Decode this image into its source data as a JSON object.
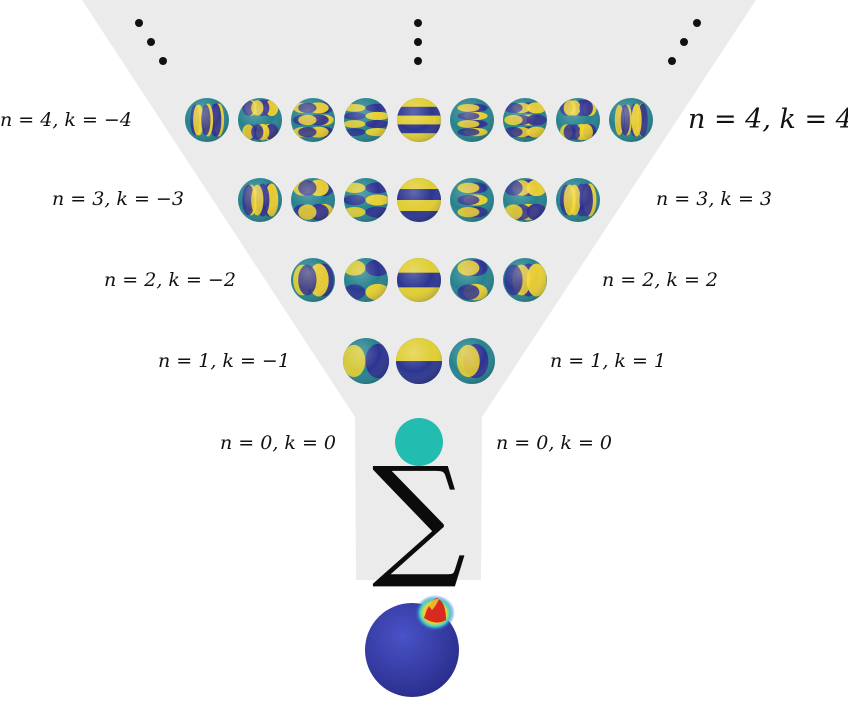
{
  "colors": {
    "funnel": "#ebebeb",
    "viridis": [
      "#440154",
      "#3e4a89",
      "#26828e",
      "#35b779",
      "#fde725"
    ],
    "dark_blue": "#2d2e91",
    "teal": "#23bcb0",
    "yellow": "#f5d62a",
    "dot": "#111111"
  },
  "diagram": {
    "rows": [
      {
        "n": 0,
        "count": 1,
        "left_label": "n = 0, k = 0",
        "right_label": "n = 0, k = 0"
      },
      {
        "n": 1,
        "count": 3,
        "left_label": "n = 1, k = −1",
        "right_label": "n = 1, k = 1"
      },
      {
        "n": 2,
        "count": 5,
        "left_label": "n = 2, k = −2",
        "right_label": "n = 2, k = 2"
      },
      {
        "n": 3,
        "count": 7,
        "left_label": "n = 3, k = −3",
        "right_label": "n = 3, k = 3"
      },
      {
        "n": 4,
        "count": 9,
        "left_label": "n = 4, k = −4",
        "right_label": "n = 4, k = 4"
      }
    ],
    "sum_symbol": "∑",
    "result_icon": "spherical-peak-result"
  }
}
